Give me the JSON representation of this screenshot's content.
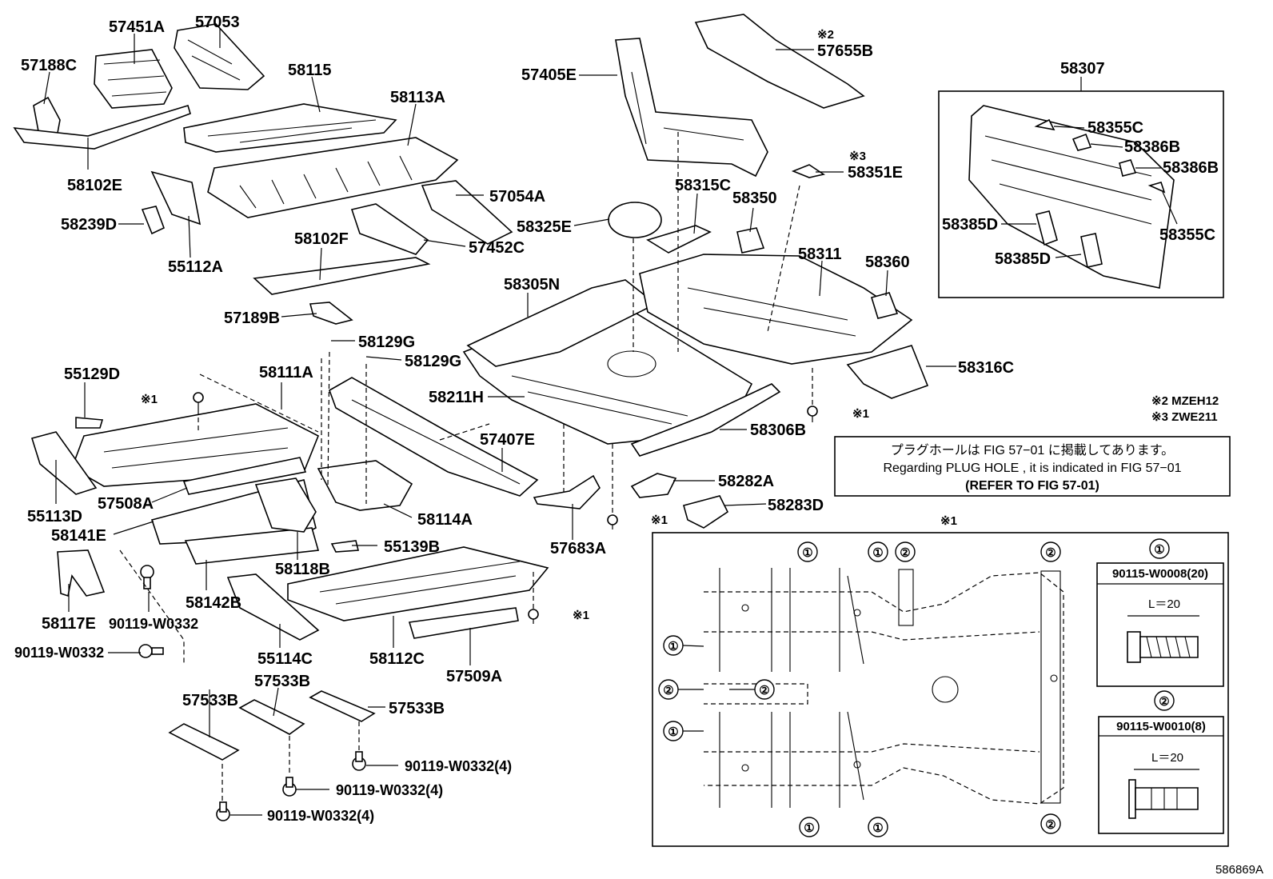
{
  "labels": {
    "p57451A": "57451A",
    "p57053": "57053",
    "p57188C": "57188C",
    "p58115": "58115",
    "p58113A": "58113A",
    "p58102E": "58102E",
    "p58239D": "58239D",
    "p55112A": "55112A",
    "p57054A": "57054A",
    "p58102F": "58102F",
    "p57452C": "57452C",
    "p57189B": "57189B",
    "p58129G_1": "58129G",
    "p58129G_2": "58129G",
    "p55129D": "55129D",
    "p58111A": "58111A",
    "p55113D": "55113D",
    "p57508A": "57508A",
    "p58141E": "58141E",
    "p58117E": "58117E",
    "p90119W0332_a": "90119-W0332",
    "p90119W0332_b": "90119-W0332",
    "p58142B": "58142B",
    "p58118B": "58118B",
    "p55139B": "55139B",
    "p55114C": "55114C",
    "p58112C": "58112C",
    "p57509A": "57509A",
    "p57533B_1": "57533B",
    "p57533B_2": "57533B",
    "p57533B_3": "57533B",
    "p90119W0332_4a": "90119-W0332(4)",
    "p90119W0332_4b": "90119-W0332(4)",
    "p90119W0332_4c": "90119-W0332(4)",
    "p58114A": "58114A",
    "p57407E": "57407E",
    "p57683A": "57683A",
    "p58211H": "58211H",
    "p58305N": "58305N",
    "p58325E": "58325E",
    "p57405E": "57405E",
    "p57655B": "57655B",
    "p58315C": "58315C",
    "p58350": "58350",
    "p58351E": "58351E",
    "p58311": "58311",
    "p58360": "58360",
    "p58316C": "58316C",
    "p58306B": "58306B",
    "p58282A": "58282A",
    "p58283D": "58283D",
    "p58307": "58307",
    "p58355C_1": "58355C",
    "p58386B_1": "58386B",
    "p58386B_2": "58386B",
    "p58355C_2": "58355C",
    "p58385D_1": "58385D",
    "p58385D_2": "58385D"
  },
  "marks": {
    "ref1": "※1",
    "ref2": "※2",
    "ref3": "※3",
    "circled1": "①",
    "circled2": "②"
  },
  "footnotes": {
    "n2": "※2 MZEH12",
    "n3": "※3 ZWE211"
  },
  "notice": {
    "jp": "プラグホールは FIG 57−01 に掲載してあります。",
    "en": "Regarding  PLUG  HOLE , it is indicated in FIG  57−01",
    "ref": "(REFER TO FIG 57-01)"
  },
  "bolt_spec": {
    "one_part": "90115-W0008(20)",
    "two_part": "90115-W0010(8)",
    "length": "L＝20"
  },
  "figure_id": "586869A"
}
